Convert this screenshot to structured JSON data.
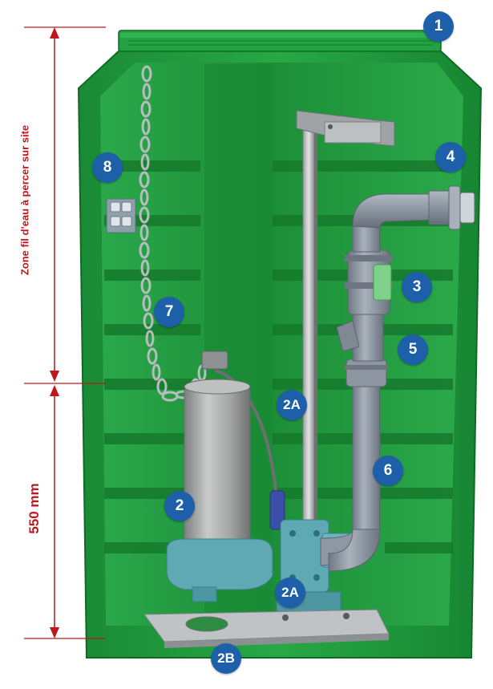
{
  "dimensions": {
    "upper_zone_label": "Zone fil d'eau à percer sur site",
    "lower_height_label": "550 mm"
  },
  "callouts": {
    "c1": "1",
    "c2": "2",
    "c2A_upper": "2A",
    "c2A_lower": "2A",
    "c2B": "2B",
    "c3": "3",
    "c4": "4",
    "c5": "5",
    "c6": "6",
    "c7": "7",
    "c8": "8"
  },
  "colors": {
    "tank_green": "#1f9a3c",
    "tank_dark_green": "#157a2c",
    "callout_blue": "#1d5fa8",
    "dimension_red": "#c0161e",
    "pipe_gray": "#8f98a3",
    "pump_steel": "#a9abaa",
    "base_teal": "#5fa9b4"
  }
}
